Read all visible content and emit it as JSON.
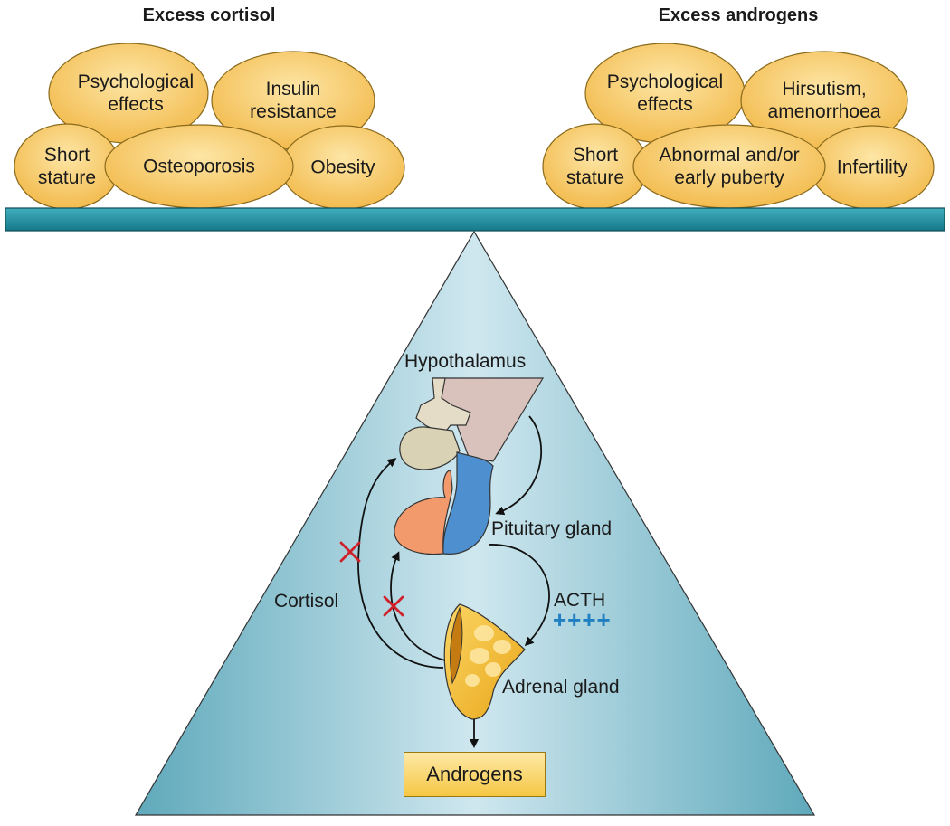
{
  "titles": {
    "left": "Excess cortisol",
    "right": "Excess androgens"
  },
  "left_effects": {
    "psychological": "Psychological effects",
    "insulin": "Insulin resistance",
    "short_stature": "Short stature",
    "osteoporosis": "Osteoporosis",
    "obesity": "Obesity"
  },
  "right_effects": {
    "psychological": "Psychological effects",
    "hirsutism": "Hirsutism, amenorrhoea",
    "short_stature": "Short stature",
    "puberty": "Abnormal and/or early puberty",
    "infertility": "Infertility"
  },
  "axis": {
    "hypothalamus": "Hypothalamus",
    "pituitary": "Pituitary gland",
    "acth": "ACTH",
    "acth_marks": "++++",
    "cortisol": "Cortisol",
    "adrenal": "Adrenal gland",
    "androgens": "Androgens"
  },
  "colors": {
    "oval_fill": "#f6c45a",
    "beam": "#1f8fa0",
    "pyramid": "#8cc7d8",
    "inhibition": "#d0202a",
    "acth_plus": "#1f7fc0"
  }
}
